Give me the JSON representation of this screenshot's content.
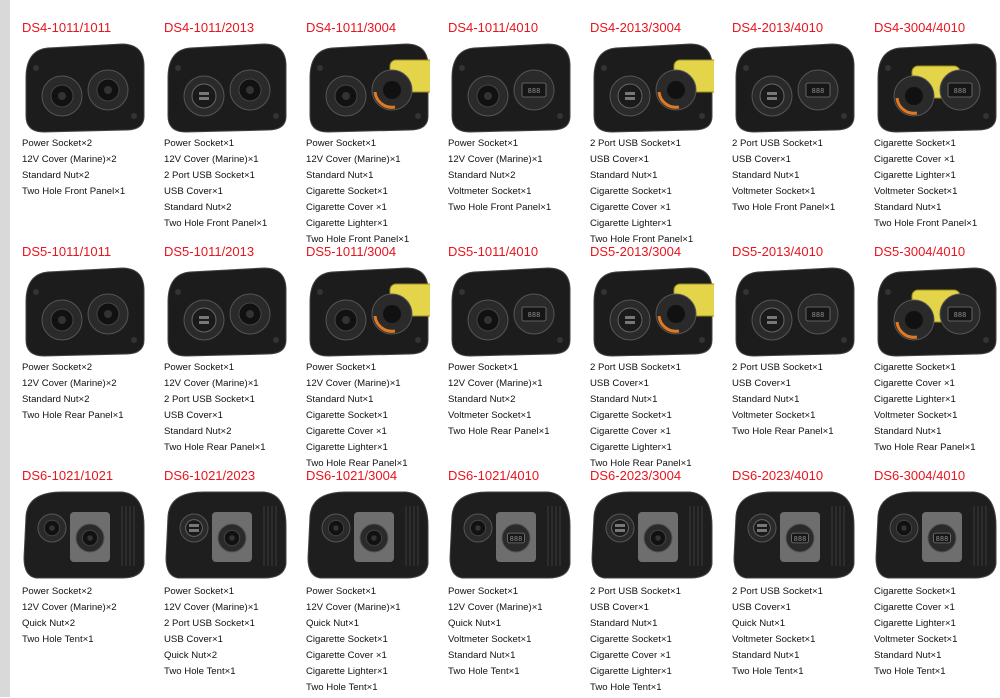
{
  "products": [
    {
      "code": "DS4-1011/1011",
      "kind": "double",
      "left": "socket",
      "right": "socket",
      "items": [
        "Power Socket×2",
        "12V Cover (Marine)×2",
        "Standard Nut×2",
        "Two Hole Front Panel×1"
      ]
    },
    {
      "code": "DS4-1011/2013",
      "kind": "double",
      "left": "usb",
      "right": "socket",
      "items": [
        "Power Socket×1",
        "12V Cover (Marine)×1",
        "2 Port USB Socket×1",
        "USB Cover×1",
        "Standard Nut×2",
        "Two Hole Front Panel×1"
      ]
    },
    {
      "code": "DS4-1011/3004",
      "kind": "double",
      "left": "socket",
      "right": "lighter",
      "items": [
        "Power Socket×1",
        "12V Cover (Marine)×1",
        "Standard Nut×1",
        "Cigarette Socket×1",
        "Cigarette Cover ×1",
        "Cigarette Lighter×1",
        "Two Hole Front Panel×1"
      ]
    },
    {
      "code": "DS4-1011/4010",
      "kind": "double",
      "left": "socket",
      "right": "volt",
      "items": [
        "Power Socket×1",
        "12V Cover (Marine)×1",
        "Standard Nut×2",
        "Voltmeter Socket×1",
        "Two Hole Front Panel×1"
      ]
    },
    {
      "code": "DS4-2013/3004",
      "kind": "double",
      "left": "usb",
      "right": "lighter",
      "items": [
        "2 Port USB Socket×1",
        "USB Cover×1",
        "Standard Nut×1",
        "Cigarette Socket×1",
        "Cigarette Cover ×1",
        "Cigarette Lighter×1",
        "Two Hole Front Panel×1"
      ]
    },
    {
      "code": "DS4-2013/4010",
      "kind": "double",
      "left": "usb",
      "right": "volt",
      "items": [
        "2 Port USB Socket×1",
        "USB Cover×1",
        "Standard Nut×1",
        "Voltmeter Socket×1",
        "Two Hole Front Panel×1"
      ]
    },
    {
      "code": "DS4-3004/4010",
      "kind": "double",
      "left": "lighter",
      "right": "volt",
      "items": [
        "Cigarette Socket×1",
        "Cigarette Cover ×1",
        "Cigarette Lighter×1",
        "Voltmeter Socket×1",
        "Standard Nut×1",
        "Two Hole Front Panel×1"
      ]
    },
    {
      "code": "DS5-1011/1011",
      "kind": "double",
      "left": "socket",
      "right": "socket",
      "items": [
        "Power Socket×2",
        "12V Cover (Marine)×2",
        "Standard Nut×2",
        "Two Hole Rear Panel×1"
      ]
    },
    {
      "code": "DS5-1011/2013",
      "kind": "double",
      "left": "usb",
      "right": "socket",
      "items": [
        "Power Socket×1",
        "12V Cover (Marine)×1",
        "2 Port USB Socket×1",
        "USB Cover×1",
        "Standard Nut×2",
        "Two Hole Rear Panel×1"
      ]
    },
    {
      "code": "DS5-1011/3004",
      "kind": "double",
      "left": "socket",
      "right": "lighter",
      "items": [
        "Power Socket×1",
        "12V Cover (Marine)×1",
        "Standard Nut×1",
        "Cigarette Socket×1",
        "Cigarette Cover ×1",
        "Cigarette Lighter×1",
        "Two Hole Rear Panel×1"
      ]
    },
    {
      "code": "DS5-1011/4010",
      "kind": "double",
      "left": "socket",
      "right": "volt",
      "items": [
        "Power Socket×1",
        "12V Cover (Marine)×1",
        "Standard Nut×2",
        "Voltmeter Socket×1",
        "Two Hole Rear Panel×1"
      ]
    },
    {
      "code": "DS5-2013/3004",
      "kind": "double",
      "left": "usb",
      "right": "lighter",
      "items": [
        "2 Port USB Socket×1",
        "USB Cover×1",
        "Standard Nut×1",
        "Cigarette Socket×1",
        "Cigarette Cover ×1",
        "Cigarette Lighter×1",
        "Two Hole Rear Panel×1"
      ]
    },
    {
      "code": "DS5-2013/4010",
      "kind": "double",
      "left": "usb",
      "right": "volt",
      "items": [
        "2 Port USB Socket×1",
        "USB Cover×1",
        "Standard Nut×1",
        "Voltmeter Socket×1",
        "Two Hole Rear Panel×1"
      ]
    },
    {
      "code": "DS5-3004/4010",
      "kind": "double",
      "left": "lighter",
      "right": "volt",
      "items": [
        "Cigarette Socket×1",
        "Cigarette Cover ×1",
        "Cigarette Lighter×1",
        "Voltmeter Socket×1",
        "Standard Nut×1",
        "Two Hole Rear Panel×1"
      ]
    },
    {
      "code": "DS6-1021/1021",
      "kind": "tent",
      "left": "socket",
      "right": "socket",
      "items": [
        "Power Socket×2",
        "12V Cover (Marine)×2",
        "Quick Nut×2",
        "Two Hole Tent×1"
      ]
    },
    {
      "code": "DS6-1021/2023",
      "kind": "tent",
      "left": "usb",
      "right": "socket",
      "items": [
        "Power Socket×1",
        "12V Cover (Marine)×1",
        "2 Port USB Socket×1",
        "USB Cover×1",
        "Quick Nut×2",
        "Two Hole Tent×1"
      ]
    },
    {
      "code": "DS6-1021/3004",
      "kind": "tent",
      "left": "socket",
      "right": "lighter",
      "items": [
        "Power Socket×1",
        "12V Cover (Marine)×1",
        "Quick Nut×1",
        "Cigarette Socket×1",
        "Cigarette Cover ×1",
        "Cigarette Lighter×1",
        "Two Hole Tent×1"
      ]
    },
    {
      "code": "DS6-1021/4010",
      "kind": "tent",
      "left": "socket",
      "right": "volt",
      "items": [
        "Power Socket×1",
        "12V Cover (Marine)×1",
        "Quick Nut×1",
        "Voltmeter Socket×1",
        "Standard Nut×1",
        "Two Hole Tent×1"
      ]
    },
    {
      "code": "DS6-2023/3004",
      "kind": "tent",
      "left": "usb",
      "right": "lighter",
      "items": [
        "2 Port USB Socket×1",
        "USB Cover×1",
        "Standard Nut×1",
        "Cigarette Socket×1",
        "Cigarette Cover ×1",
        "Cigarette Lighter×1",
        "Two Hole Tent×1"
      ]
    },
    {
      "code": "DS6-2023/4010",
      "kind": "tent",
      "left": "usb",
      "right": "volt",
      "items": [
        "2 Port USB Socket×1",
        "USB Cover×1",
        "Quick Nut×1",
        "Voltmeter Socket×1",
        "Standard Nut×1",
        "Two Hole Tent×1"
      ]
    },
    {
      "code": "DS6-3004/4010",
      "kind": "tent",
      "left": "lighter",
      "right": "volt",
      "items": [
        "Cigarette Socket×1",
        "Cigarette Cover ×1",
        "Cigarette Lighter×1",
        "Voltmeter Socket×1",
        "Standard Nut×1",
        "Two Hole Tent×1"
      ]
    }
  ],
  "colors": {
    "title": "#e8141e",
    "panel": "#1c1c1c",
    "orange": "#e07a1f",
    "brass": "#e4d44a"
  }
}
